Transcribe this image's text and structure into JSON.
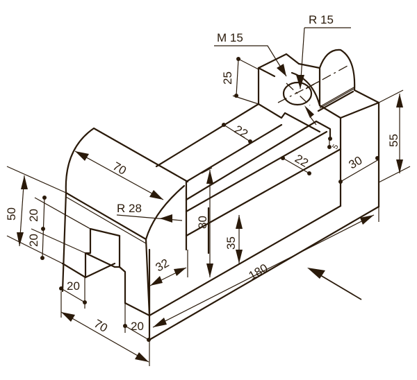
{
  "figure": {
    "type": "isometric technical drawing",
    "line_color": "#2a1a0a",
    "halo_color": "#c98a3a"
  },
  "dimensions": {
    "r15": "R 15",
    "m15": "M 15",
    "d25": "25",
    "d55": "55",
    "d22_top": "22",
    "d22_mid": "22",
    "d5": "5",
    "d30": "30",
    "d70_arc": "70",
    "r28": "R 28",
    "d80": "80",
    "d35": "35",
    "d50": "50",
    "d20_upper": "20",
    "d20_lower": "20",
    "d32": "32",
    "d180": "180",
    "d20_foot": "20",
    "d70_base": "70",
    "d20_base": "20"
  },
  "view_arrow": {
    "label": "viewing direction arrow"
  }
}
